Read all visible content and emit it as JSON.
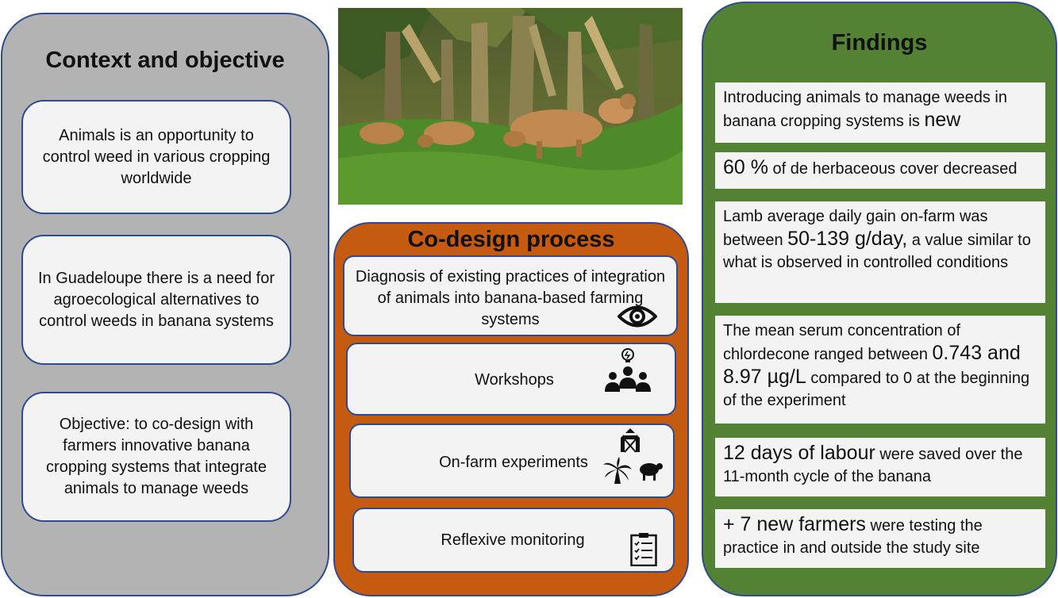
{
  "context": {
    "title": "Context and objective",
    "items": [
      "Animals is an opportunity to control weed in various cropping worldwide",
      "In Guadeloupe there is a need for agroecological alternatives to control weeds in banana systems",
      "Objective: to co-design with farmers innovative banana cropping systems that integrate animals to manage weeds"
    ]
  },
  "codesign": {
    "title": "Co-design process",
    "steps": [
      {
        "label": "Diagnosis of existing practices of integration of animals into banana-based farming systems",
        "icon": "eye-icon"
      },
      {
        "label": "Workshops",
        "icon": "people-lightbulb-icon"
      },
      {
        "label": "On-farm experiments",
        "icon": "barn-palm-sheep-icon"
      },
      {
        "label": "Reflexive monitoring",
        "icon": "checklist-icon"
      }
    ]
  },
  "findings": {
    "title": "Findings",
    "items": [
      {
        "pre": "Introducing animals to manage weeds in banana cropping systems is ",
        "big": "new",
        "post": ""
      },
      {
        "pre": "",
        "big": "60 %",
        "post": " of de herbaceous cover decreased"
      },
      {
        "pre": "Lamb average daily gain on-farm was between ",
        "big": "50-139 g/day,",
        "post": " a value similar to what is observed in controlled conditions"
      },
      {
        "pre": "The mean serum concentration of chlordecone ranged between ",
        "big": "0.743 and 8.97 µg/L",
        "post": " compared to 0 at the beginning of the experiment"
      },
      {
        "pre": "",
        "big": "12 days of labour",
        "post": " were saved over the 11-month cycle of the banana"
      },
      {
        "pre": "",
        "big": "+ 7 new farmers",
        "post": " were testing the practice in and outside the study site"
      }
    ]
  },
  "colors": {
    "context_bg": "#b3b3b3",
    "codesign_bg": "#c55a11",
    "findings_bg": "#548235",
    "border": "#2f4b8f",
    "box_bg": "#f3f3f3"
  }
}
